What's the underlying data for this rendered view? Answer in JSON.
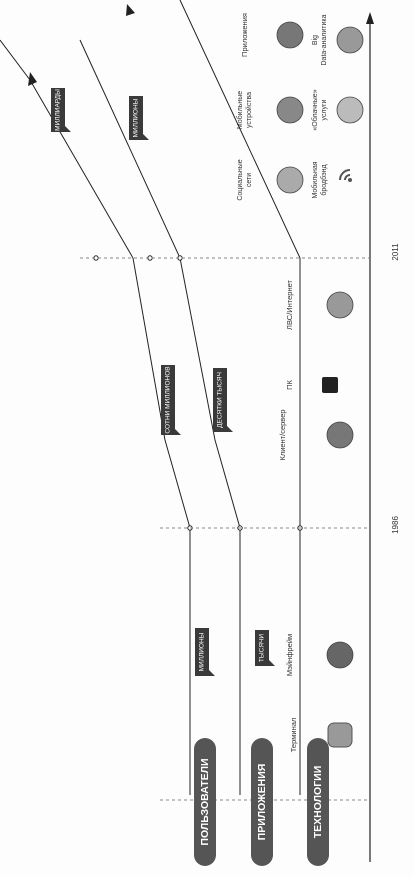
{
  "rows": [
    {
      "key": "users",
      "label": "ПОЛЬЗОВАТЕЛИ"
    },
    {
      "key": "apps",
      "label": "ПРИЛОЖЕНИЯ"
    },
    {
      "key": "tech",
      "label": "ТЕХНОЛОГИИ"
    }
  ],
  "flags": {
    "users": [
      "МИЛЛИОНЫ",
      "СОТНИ МИЛЛИОНОВ",
      "МИЛЛИАРДЫ"
    ],
    "apps": [
      "ТЫСЯЧИ",
      "ДЕСЯТКИ ТЫСЯЧ",
      "МИЛЛИОНЫ"
    ]
  },
  "technologies": [
    {
      "label": "Терминал",
      "icon": "terminal-icon"
    },
    {
      "label": "Мэйнфрейм",
      "icon": "mainframe-icon"
    },
    {
      "label": "Клиент/сервер",
      "icon": "client-server-icon"
    },
    {
      "label": "ПК",
      "icon": "pc-icon"
    },
    {
      "label": "ЛВС/Интернет",
      "icon": "lan-internet-icon"
    },
    {
      "label": "Социальные сети",
      "icon": "social-networks-icon"
    },
    {
      "label": "Мобильная бродбэнд",
      "icon": "mobile-broadband-icon"
    },
    {
      "label": "Мобильные устройства",
      "icon": "mobile-devices-icon"
    },
    {
      "label": "«Облачные» услуги",
      "icon": "cloud-services-icon"
    },
    {
      "label": "Приложения",
      "icon": "applications-icon"
    },
    {
      "label": "Big Data-аналитика",
      "icon": "big-data-icon"
    }
  ],
  "years": [
    "1986",
    "2011"
  ],
  "colors": {
    "row_pill": "#555555",
    "flag": "#3a3a3a",
    "line": "#222222",
    "dashed": "#888888"
  }
}
